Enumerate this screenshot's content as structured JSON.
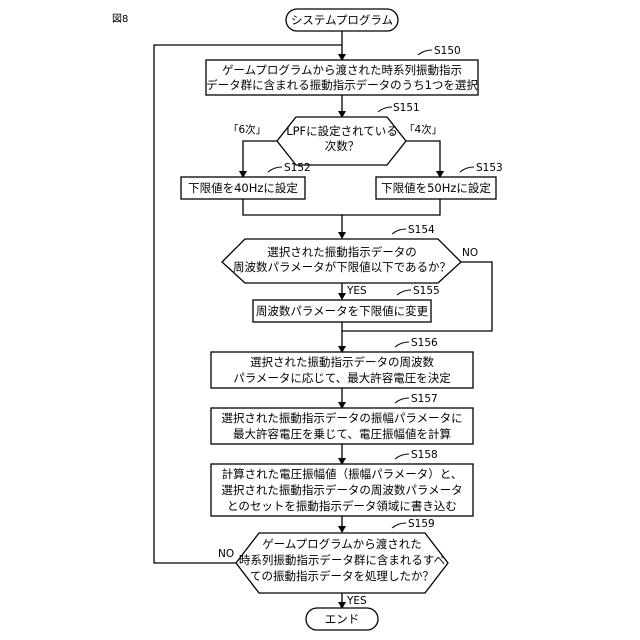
{
  "figure_label": "図8",
  "start": "システムプログラム",
  "end": "エンド",
  "steps": {
    "s150": {
      "id": "S150",
      "lines": [
        "ゲームプログラムから渡された時系列振動指示",
        "データ群に含まれる振動指示データのうち1つを選択"
      ]
    },
    "s151": {
      "id": "S151",
      "lines": [
        "LPFに設定されている",
        "次数？"
      ],
      "left_branch": "「6次」",
      "right_branch": "「4次」"
    },
    "s152": {
      "id": "S152",
      "lines": [
        "下限値を40Hzに設定"
      ]
    },
    "s153": {
      "id": "S153",
      "lines": [
        "下限値を50Hzに設定"
      ]
    },
    "s154": {
      "id": "S154",
      "lines": [
        "選択された振動指示データの",
        "周波数パラメータが下限値以下であるか？"
      ],
      "yes": "YES",
      "no": "NO"
    },
    "s155": {
      "id": "S155",
      "lines": [
        "周波数パラメータを下限値に変更"
      ]
    },
    "s156": {
      "id": "S156",
      "lines": [
        "選択された振動指示データの周波数",
        "パラメータに応じて、最大許容電圧を決定"
      ]
    },
    "s157": {
      "id": "S157",
      "lines": [
        "選択された振動指示データの振幅パラメータに",
        "最大許容電圧を乗じて、電圧振幅値を計算"
      ]
    },
    "s158": {
      "id": "S158",
      "lines": [
        "計算された電圧振幅値（振幅パラメータ）と、",
        "選択された振動指示データの周波数パラメータ",
        "とのセットを振動指示データ領域に書き込む"
      ]
    },
    "s159": {
      "id": "S159",
      "lines": [
        "ゲームプログラムから渡された",
        "時系列振動指示データ群に含まれるすべ",
        "ての振動指示データを処理したか？"
      ],
      "yes": "YES",
      "no": "NO"
    }
  }
}
